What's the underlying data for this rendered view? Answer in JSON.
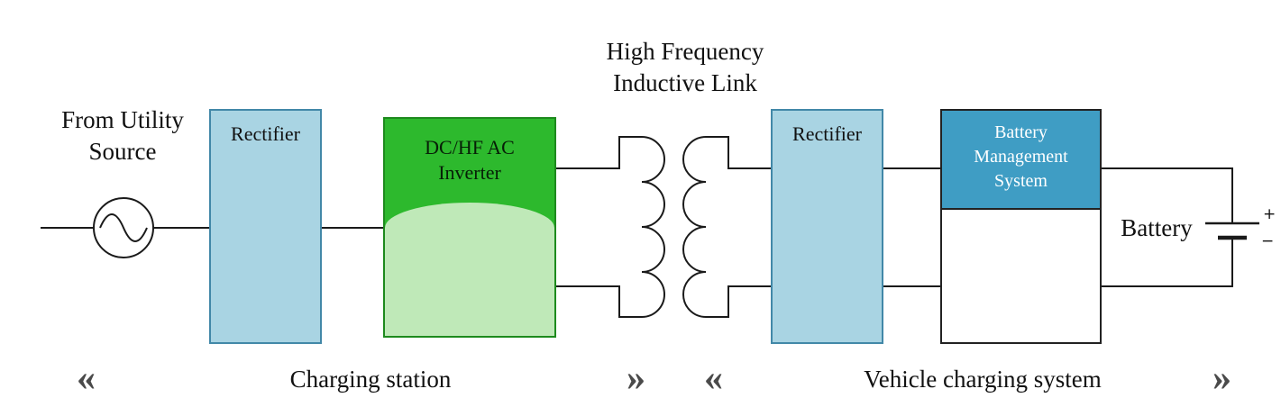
{
  "source": {
    "line1": "From Utility",
    "line2": "Source"
  },
  "hf_link": {
    "line1": "High Frequency",
    "line2": "Inductive Link"
  },
  "charging_station": {
    "rectifier_label": "Rectifier",
    "inverter_line1": "DC/HF AC",
    "inverter_line2": "Inverter",
    "caption": "Charging station"
  },
  "vehicle_system": {
    "rectifier_label": "Rectifier",
    "bms_line1": "Battery",
    "bms_line2": "Management",
    "bms_line3": "System",
    "battery_label": "Battery",
    "plus": "+",
    "minus": "−",
    "caption": "Vehicle charging system"
  },
  "markers": {
    "left": "«",
    "right": "»"
  },
  "colors": {
    "rectifier_fill": "#a9d4e3",
    "inverter_green": "#2db92d",
    "inverter_light_green": "#bfe9b8",
    "bms_teal": "#3f9dc4",
    "wire": "#1a1a1a",
    "marker_gray": "#4a4a4a"
  }
}
